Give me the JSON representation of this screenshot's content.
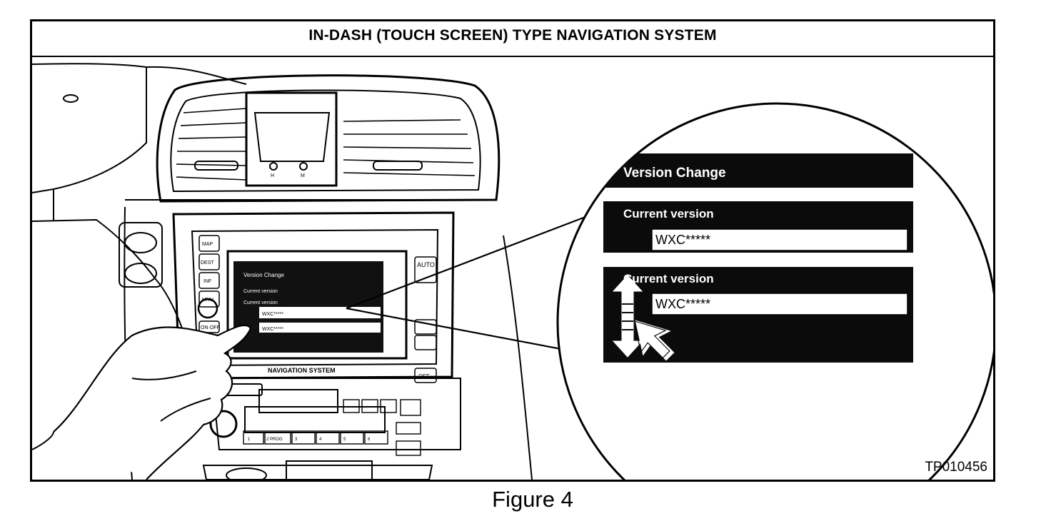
{
  "figure": {
    "title": "IN-DASH (TOUCH SCREEN) TYPE NAVIGATION SYSTEM",
    "reference_code": "TP010456",
    "caption": "Figure 4"
  },
  "dash": {
    "unit_label": "NAVIGATION SYSTEM",
    "left_buttons": [
      "MAP",
      "DEST",
      "INF",
      "MNU",
      "ON·OFF"
    ],
    "right_buttons": [
      "AUTO",
      "OFF"
    ],
    "radio_presets": [
      "1",
      "2 PROG",
      "3",
      "4",
      "5",
      "6"
    ],
    "clock_marks": [
      "H",
      "M"
    ]
  },
  "small_screen": {
    "header": "Version Change",
    "section1_label": "Current version",
    "section1_value": "WXC*****",
    "section2_label": "Current version",
    "section2_value": "WXC*****"
  },
  "zoom_screen": {
    "header": "Version Change",
    "section1_label": "Current version",
    "section1_value": "WXC*****",
    "section2_label": "Current version",
    "section2_value": "WXC*****"
  },
  "icons": {
    "scroll": "up-down-arrow-icon",
    "pointer": "pointer-cursor-icon"
  }
}
